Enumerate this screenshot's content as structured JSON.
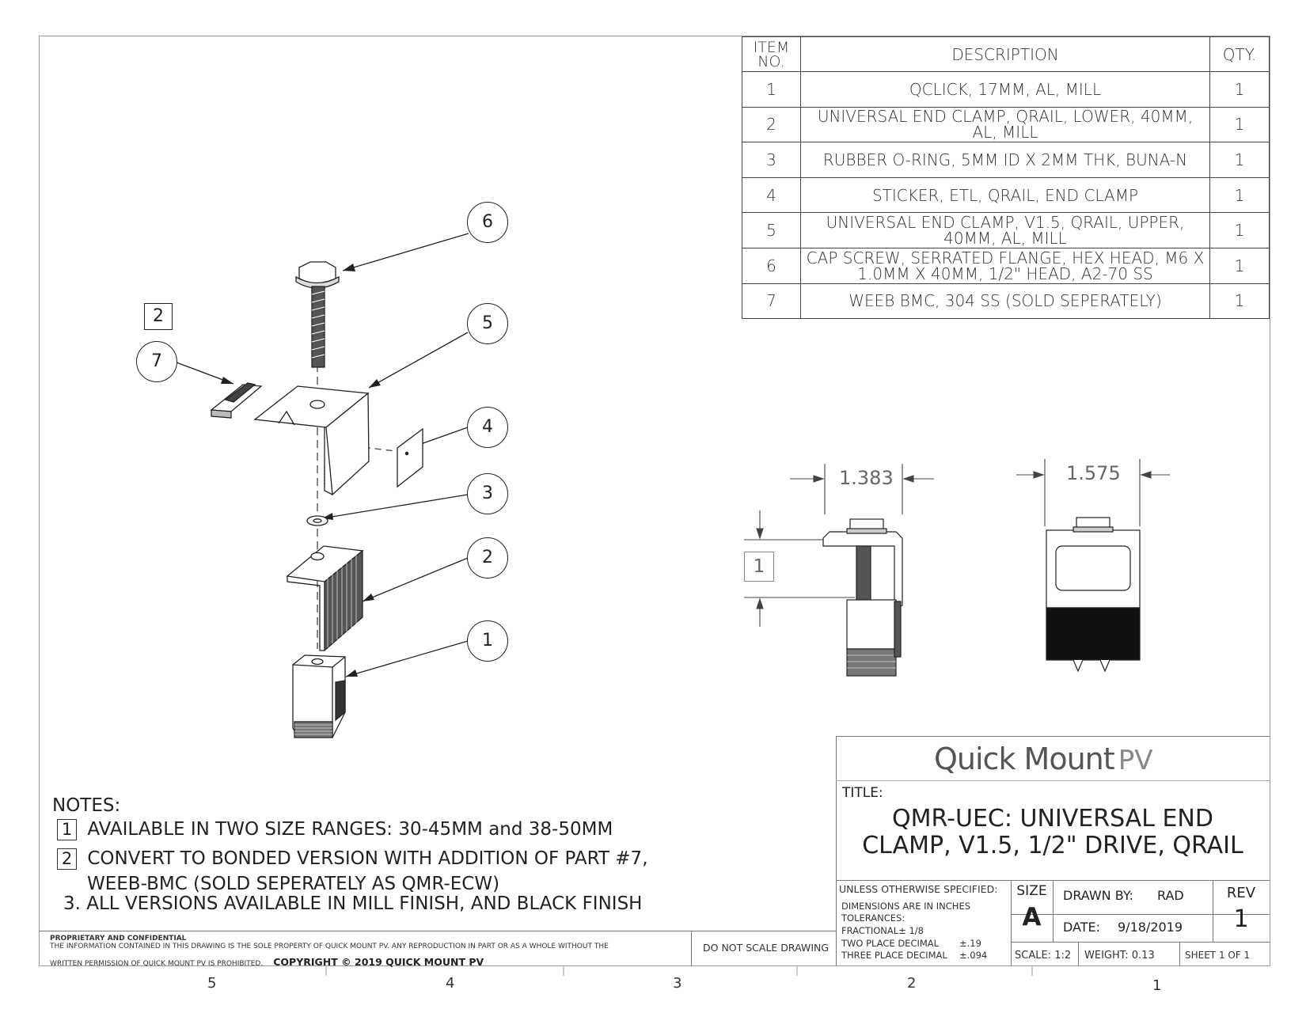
{
  "bom": {
    "headers": [
      "ITEM NO.",
      "DESCRIPTION",
      "QTY."
    ],
    "rows": [
      {
        "item": "1",
        "desc": "QCLICK, 17MM, AL, MILL",
        "qty": "1"
      },
      {
        "item": "2",
        "desc": "UNIVERSAL END CLAMP, QRAIL, LOWER, 40MM, AL, MILL",
        "qty": "1"
      },
      {
        "item": "3",
        "desc": "RUBBER O-RING, 5MM ID X 2MM THK, BUNA-N",
        "qty": "1"
      },
      {
        "item": "4",
        "desc": "STICKER, ETL, QRAIL, END CLAMP",
        "qty": "1"
      },
      {
        "item": "5",
        "desc": "UNIVERSAL END CLAMP, V1.5, QRAIL, UPPER, 40MM, AL, MILL",
        "qty": "1"
      },
      {
        "item": "6",
        "desc": "CAP SCREW, SERRATED FLANGE, HEX HEAD, M6 X 1.0MM X 40MM, 1/2\" HEAD, A2-70 SS",
        "qty": "1"
      },
      {
        "item": "7",
        "desc": "WEEB BMC, 304 SS (SOLD SEPERATELY)",
        "qty": "1"
      }
    ]
  },
  "balloons": [
    "6",
    "5",
    "7",
    "4",
    "3",
    "2",
    "1"
  ],
  "flag_note": "2",
  "dimensions": {
    "width_side": "1.383",
    "width_front": "1.575",
    "height_box": "1"
  },
  "notes": {
    "heading": "NOTES:",
    "n1_box": "1",
    "n1": "AVAILABLE IN TWO SIZE RANGES: 30-45MM and 38-50MM",
    "n2_box": "2",
    "n2a": "CONVERT TO BONDED VERSION WITH ADDITION OF PART #7,",
    "n2b": "WEEB-BMC (SOLD SEPERATELY AS QMR-ECW)",
    "n3": "3. ALL VERSIONS AVAILABLE IN MILL FINISH, AND BLACK FINISH"
  },
  "footer": {
    "prop_title": "PROPRIETARY AND CONFIDENTIAL",
    "prop_line1": "THE INFORMATION CONTAINED IN THIS DRAWING IS THE SOLE PROPERTY OF QUICK MOUNT PV.  ANY REPRODUCTION IN PART OR AS A WHOLE WITHOUT THE",
    "prop_line2": "WRITTEN PERMISSION OF QUICK MOUNT PV IS PROHIBITED.",
    "copyright": "COPYRIGHT © 2019 QUICK MOUNT PV",
    "do_not_scale": "DO NOT SCALE DRAWING"
  },
  "title_block": {
    "logo_main": "Quick Mount",
    "logo_pv": "PV",
    "title_label": "TITLE:",
    "title_line1": "QMR-UEC: UNIVERSAL END",
    "title_line2": "CLAMP, V1.5, 1/2\" DRIVE, QRAIL",
    "unless": "UNLESS OTHERWISE SPECIFIED:",
    "tol1": "DIMENSIONS ARE IN INCHES",
    "tol2": "TOLERANCES:",
    "tol3": "FRACTIONAL± 1/8",
    "tol4_label": "TWO PLACE DECIMAL",
    "tol4_val": "±.19",
    "tol5_label": "THREE PLACE DECIMAL",
    "tol5_val": "±.094",
    "size_label": "SIZE",
    "size_val": "A",
    "drawn_label": "DRAWN BY:",
    "drawn_val": "RAD",
    "date_label": "DATE:",
    "date_val": "9/18/2019",
    "rev_label": "REV",
    "rev_val": "1",
    "scale": "SCALE: 1:2",
    "weight": "WEIGHT: 0.13",
    "sheet": "SHEET 1 OF 1"
  },
  "zones": [
    "5",
    "4",
    "3",
    "2",
    "1"
  ]
}
